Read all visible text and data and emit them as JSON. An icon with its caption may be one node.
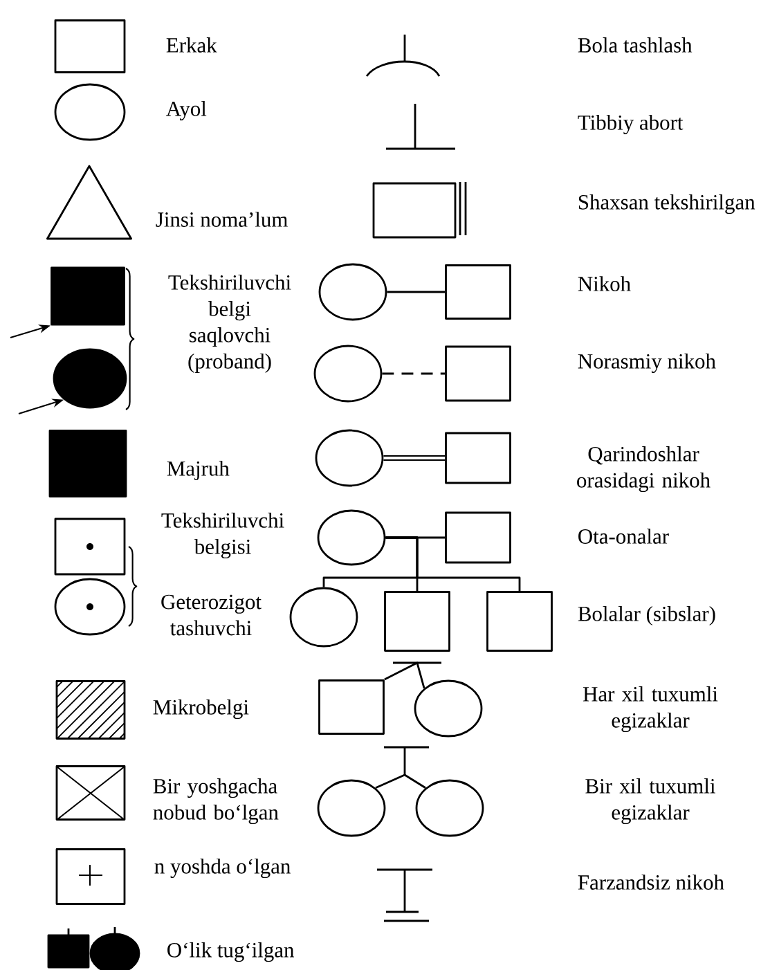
{
  "diagram": {
    "nodes": [
      {
        "text": [],
        "shape": "box"
      },
      {
        "text": [],
        "shape": "circle"
      },
      {
        "text": [],
        "shape": "triangle"
      },
      {
        "text": [],
        "shape": "box"
      },
      {
        "text": [],
        "shape": "circle"
      },
      {
        "text": [],
        "shape": "box"
      },
      {
        "text": [],
        "shape": "box"
      },
      {
        "text": [],
        "shape": "circle"
      },
      {
        "text": [],
        "shape": "box"
      },
      {
        "text": [],
        "shape": "box"
      },
      {
        "text": [],
        "shape": "box"
      },
      {
        "text": [],
        "shape": "box"
      },
      {
        "text": [],
        "shape": "circle"
      },
      {
        "text": [],
        "shape": "box"
      },
      {
        "text": [],
        "shape": "circle"
      },
      {
        "text": [],
        "shape": "box"
      },
      {
        "text": [],
        "shape": "circle"
      },
      {
        "text": [],
        "shape": "box"
      },
      {
        "text": [],
        "shape": "circle"
      },
      {
        "text": [],
        "shape": "box"
      },
      {
        "text": [],
        "shape": "circle"
      },
      {
        "text": [],
        "shape": "box"
      },
      {
        "text": [],
        "shape": "circle"
      },
      {
        "text": [],
        "shape": "box"
      },
      {
        "text": [],
        "shape": "box"
      },
      {
        "text": [],
        "shape": "box"
      },
      {
        "text": [],
        "shape": "circle"
      },
      {
        "text": [],
        "shape": "circle"
      },
      {
        "text": [],
        "shape": "circle"
      }
    ],
    "edges": [
      {
        "from": null,
        "to": 3,
        "arrow": "to"
      },
      {
        "from": null,
        "to": 4,
        "arrow": "to"
      },
      {
        "from": 14,
        "to": 15,
        "arrow": "none"
      },
      {
        "from": 16,
        "to": 17,
        "arrow": "none",
        "style": "dashed"
      },
      {
        "from": 18,
        "to": 19,
        "arrow": "none",
        "style": "thick"
      },
      {
        "from": 20,
        "to": 21,
        "arrow": "none"
      },
      {
        "from": 20,
        "to": 22,
        "arrow": "none"
      },
      {
        "from": 20,
        "to": 23,
        "arrow": "none"
      },
      {
        "from": 20,
        "to": 24,
        "arrow": "none"
      },
      {
        "from": 25,
        "to": 26,
        "arrow": "none"
      },
      {
        "from": 27,
        "to": 28,
        "arrow": "none"
      }
    ],
    "labels": [
      "Erkak",
      "Ayol",
      "Jinsi noma’lum",
      "Tekshiriluvchi belgi saqlovchi (proband)",
      "Majruh",
      "Tekshiriluvchi belgisi",
      "Geterozigot tashuvchi",
      "Mikrobelgi",
      "Bir yoshgacha nobud bo‘lgan",
      "n yoshda o‘lgan",
      "O‘lik tug‘ilgan",
      "Bola tashlash",
      "Tibbiy abort",
      "Shaxsan tekshirilgan",
      "Nikoh",
      "Norasmiy nikoh",
      "Qarindoshlar orasidagi nikoh",
      "Ota-onalar",
      "Bolalar (sibslar)",
      "Har xil tuxumli egizaklar",
      "Bir xil tuxumli egizaklar",
      "Farzandsiz nikoh"
    ]
  }
}
